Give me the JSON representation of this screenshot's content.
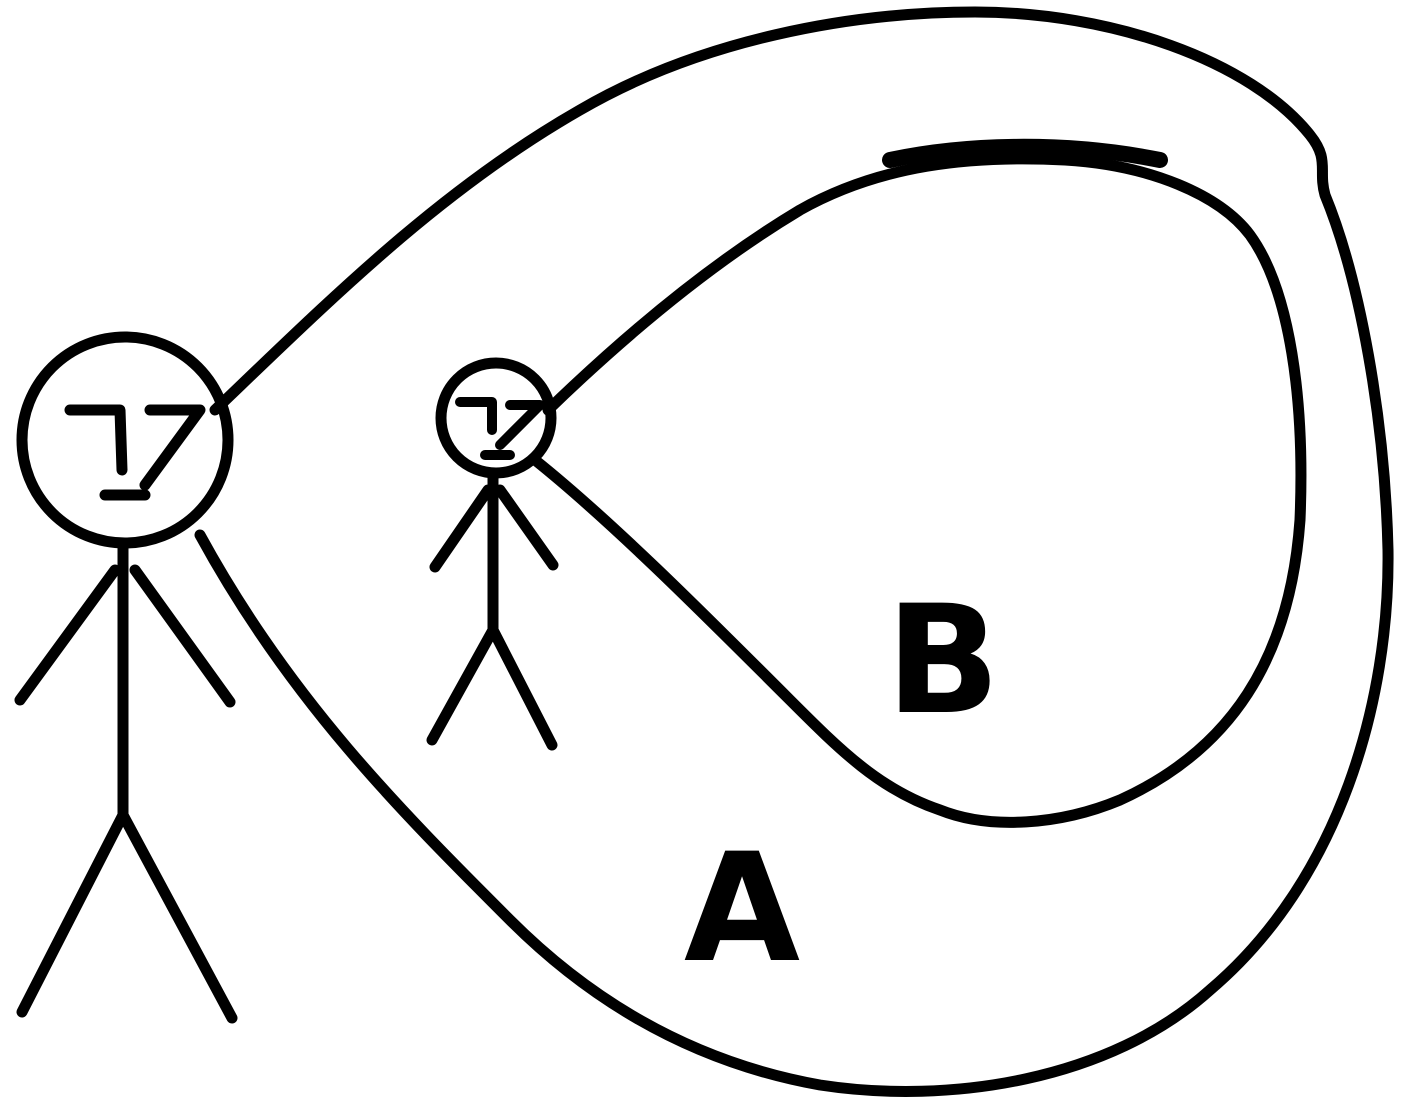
{
  "diagram": {
    "labels": {
      "outer_region": "A",
      "inner_region": "B"
    },
    "figures": [
      {
        "name": "large-figure"
      },
      {
        "name": "small-figure"
      }
    ],
    "colors": {
      "ink": "#000000",
      "background": "#ffffff"
    }
  }
}
